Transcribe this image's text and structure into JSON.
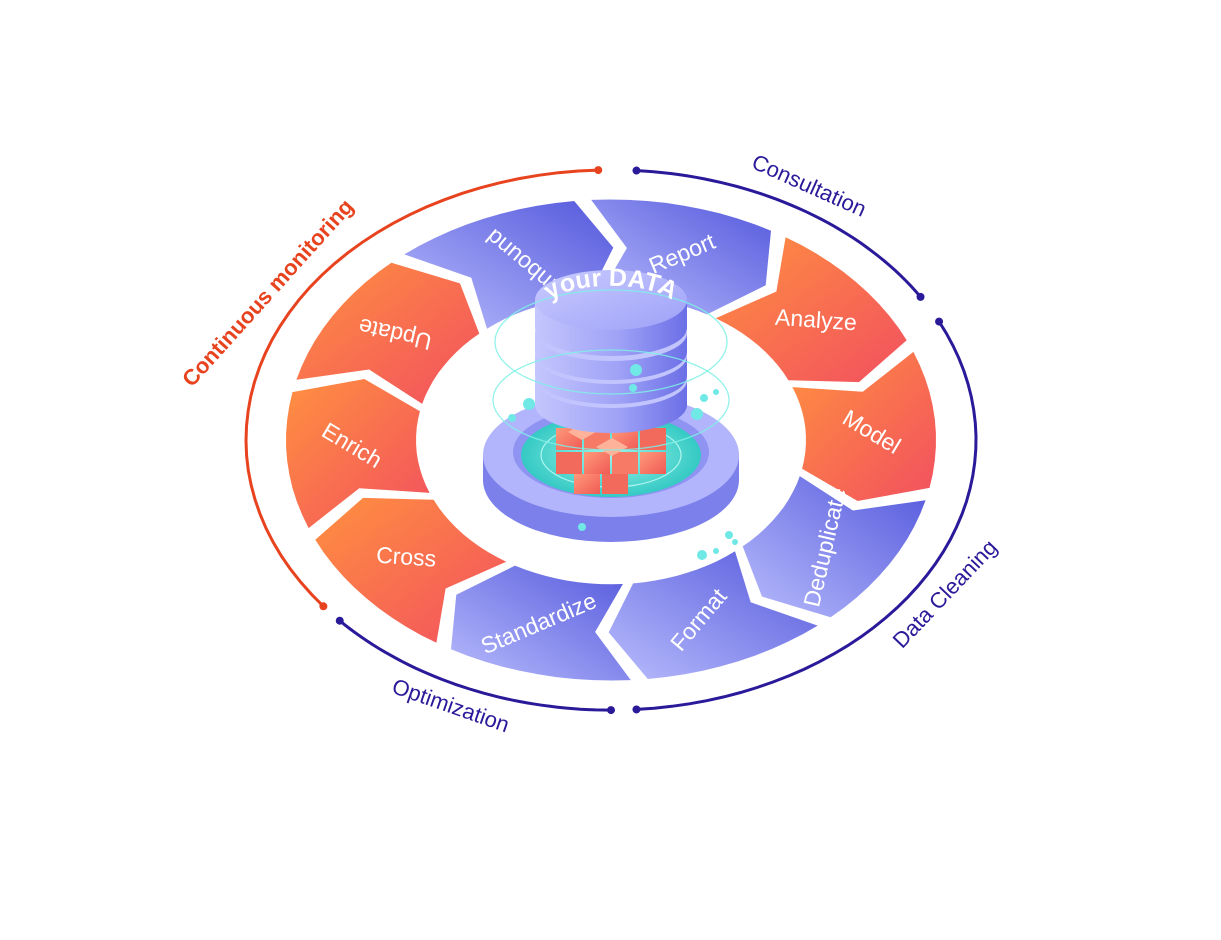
{
  "center": {
    "label": "your DATA"
  },
  "segments": [
    {
      "label": "Report",
      "color": "blue"
    },
    {
      "label": "Analyze",
      "color": "orange"
    },
    {
      "label": "Model",
      "color": "orange"
    },
    {
      "label": "Deduplicate",
      "color": "blue"
    },
    {
      "label": "Format",
      "color": "blue"
    },
    {
      "label": "Standardize",
      "color": "blue"
    },
    {
      "label": "Cross",
      "color": "orange"
    },
    {
      "label": "Enrich",
      "color": "orange"
    },
    {
      "label": "Update",
      "color": "orange"
    },
    {
      "label": "Inbound",
      "color": "blue"
    }
  ],
  "phases": {
    "monitoring": {
      "label": "Continuous monitoring",
      "color": "#e8431f"
    },
    "consultation": {
      "label": "Consultation",
      "color": "#2a1a9a"
    },
    "cleaning": {
      "label": "Data Cleaning",
      "color": "#2a1a9a"
    },
    "optimization": {
      "label": "Optimization",
      "color": "#2a1a9a"
    }
  },
  "colors": {
    "blue_light": "#b5b8fb",
    "blue_dark": "#5a5fe0",
    "orange_light": "#ff8a45",
    "orange_dark": "#f4565f",
    "teal": "#6ee8e0"
  }
}
